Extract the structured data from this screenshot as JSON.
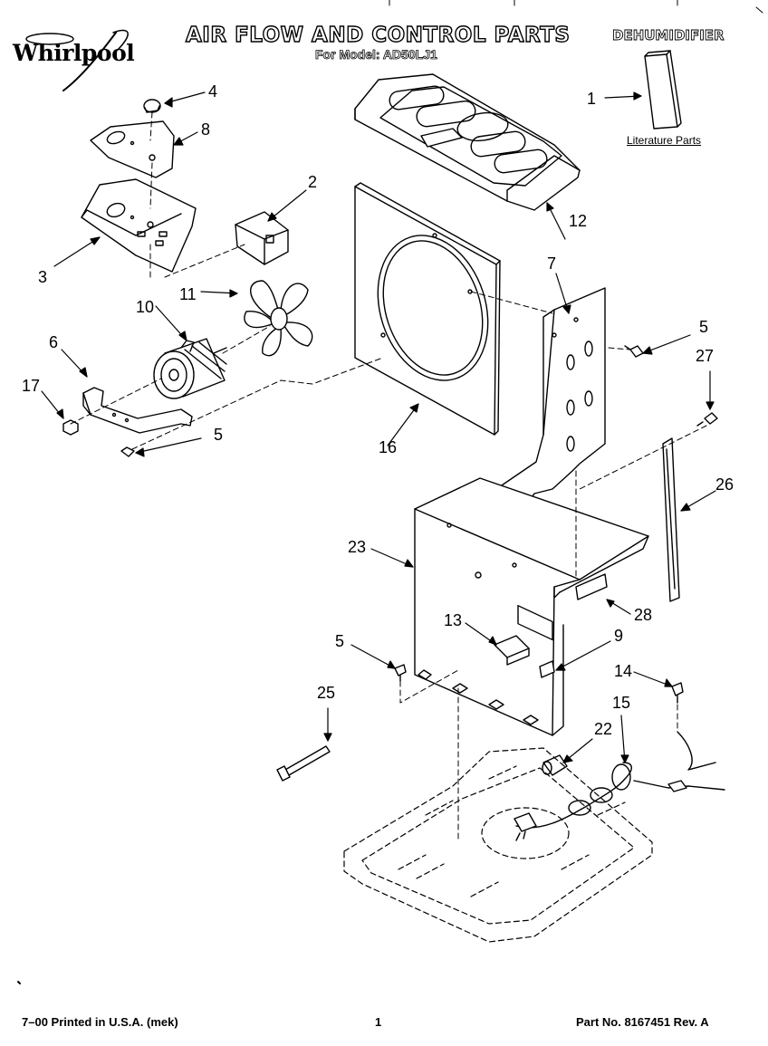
{
  "brand": "Whirlpool",
  "title": "AIR FLOW AND CONTROL PARTS",
  "subtitle": "For Model: AD50LJ1",
  "category": "DEHUMIDIFIER",
  "literature_label": "Literature Parts",
  "callouts": [
    "4",
    "8",
    "2",
    "3",
    "10",
    "11",
    "6",
    "17",
    "5",
    "16",
    "12",
    "1",
    "7",
    "5",
    "27",
    "26",
    "23",
    "28",
    "13",
    "9",
    "5",
    "14",
    "15",
    "25",
    "22"
  ],
  "footer": {
    "left": "7–00 Printed in U.S.A. (mek)",
    "center": "1",
    "right": "Part No. 8167451 Rev. A"
  }
}
